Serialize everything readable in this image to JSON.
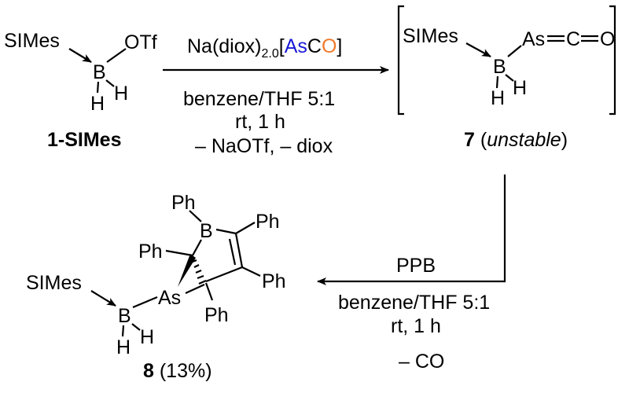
{
  "colors": {
    "boron": "#1a8a1a",
    "arsenic": "#1a1ad6",
    "oxygen": "#f07a2a",
    "bond": "#000000"
  },
  "compound1": {
    "carbene": "SIMes",
    "boron": "B",
    "otf": "OTf",
    "h1": "H",
    "h2": "H",
    "label": "1-SIMes"
  },
  "step1": {
    "reagent_na": "Na(diox)",
    "reagent_sub": "2.0",
    "reagent_open": "[",
    "reagent_as": "As",
    "reagent_c": "C",
    "reagent_o": "O",
    "reagent_close": "]",
    "solvent": "benzene/THF 5:1",
    "conditions": "rt, 1 h",
    "byproducts": "– NaOTf, – diox"
  },
  "compound7": {
    "carbene": "SIMes",
    "boron": "B",
    "arsenic": "As",
    "carbon": "C",
    "oxygen": "O",
    "h1": "H",
    "h2": "H",
    "number": "7",
    "note_open": " (",
    "note": "unstable",
    "note_close": ")"
  },
  "step2": {
    "reagent": "PPB",
    "solvent": "benzene/THF 5:1",
    "conditions": "rt, 1 h",
    "byproduct": "– CO"
  },
  "compound8": {
    "carbene": "SIMes",
    "boron_exo": "B",
    "h1": "H",
    "h2": "H",
    "arsenic": "As",
    "boron_ring": "B",
    "ph_b": "Ph",
    "ph_c1": "Ph",
    "ph_c2": "Ph",
    "ph_c3": "Ph",
    "ph_c4": "Ph",
    "number": "8",
    "yield": " (13%)"
  }
}
